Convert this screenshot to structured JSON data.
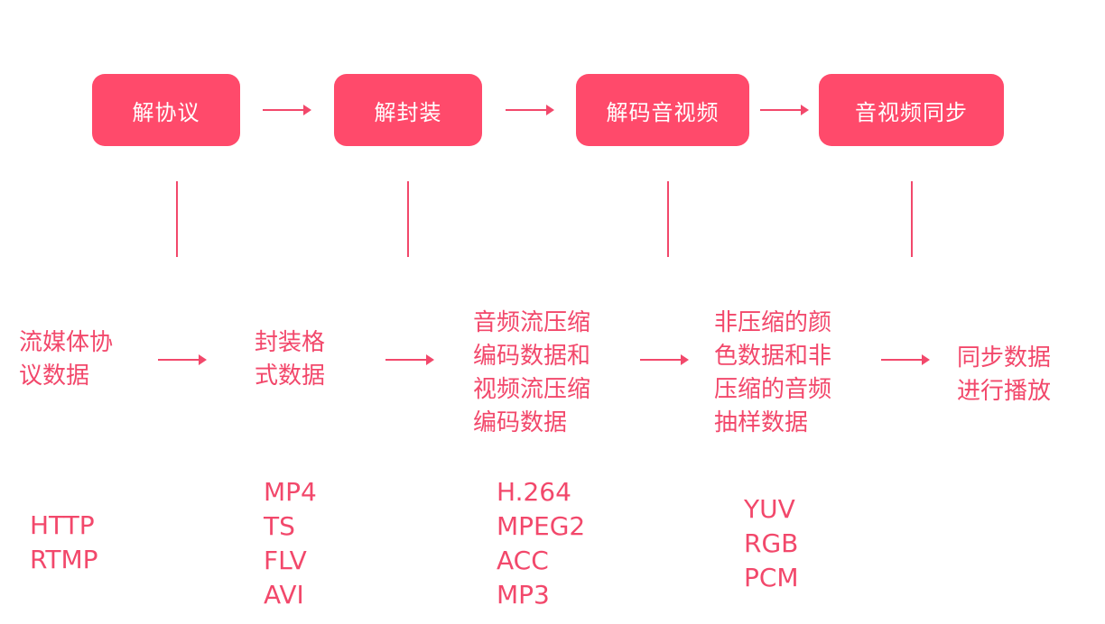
{
  "theme": {
    "accent": "#f2486b",
    "box_fill": "#ff4a6b",
    "text_on_box": "#ffffff"
  },
  "stages": [
    {
      "label": "解协议",
      "desc_lines": [
        "流媒体协",
        "议数据"
      ],
      "formats": [
        "HTTP",
        "RTMP"
      ]
    },
    {
      "label": "解封装",
      "desc_lines": [
        "封装格",
        "式数据"
      ],
      "formats": [
        "MP4",
        "TS",
        "FLV",
        "AVI"
      ]
    },
    {
      "label": "解码音视频",
      "desc_lines": [
        "音频流压缩",
        "编码数据和",
        "视频流压缩",
        "编码数据"
      ],
      "formats": [
        "H.264",
        "MPEG2",
        "ACC",
        "MP3"
      ]
    },
    {
      "label": "音视频同步",
      "desc_lines": [
        "非压缩的颜",
        "色数据和非",
        "压缩的音频",
        "抽样数据"
      ],
      "formats": [
        "YUV",
        "RGB",
        "PCM"
      ]
    }
  ],
  "result": {
    "desc_lines": [
      "同步数据",
      "进行播放"
    ]
  }
}
